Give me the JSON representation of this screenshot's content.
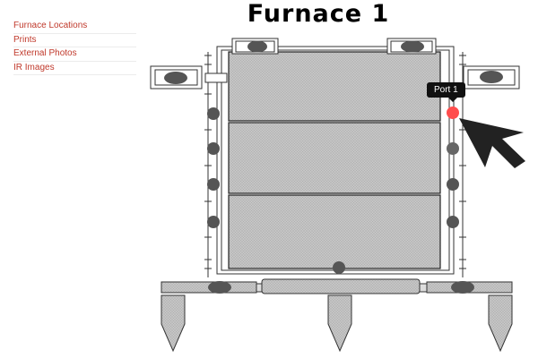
{
  "nav": {
    "items": [
      {
        "label": "Furnace Locations"
      },
      {
        "label": "Prints"
      },
      {
        "label": "External Photos"
      },
      {
        "label": "IR Images"
      }
    ]
  },
  "page": {
    "title": "Furnace 1"
  },
  "tooltip": {
    "text": "Port 1"
  },
  "colors": {
    "link": "#c0392b",
    "port_active": "#ff4d4d",
    "port_default": "#555555",
    "panel_fill": "#c6c6c6"
  }
}
